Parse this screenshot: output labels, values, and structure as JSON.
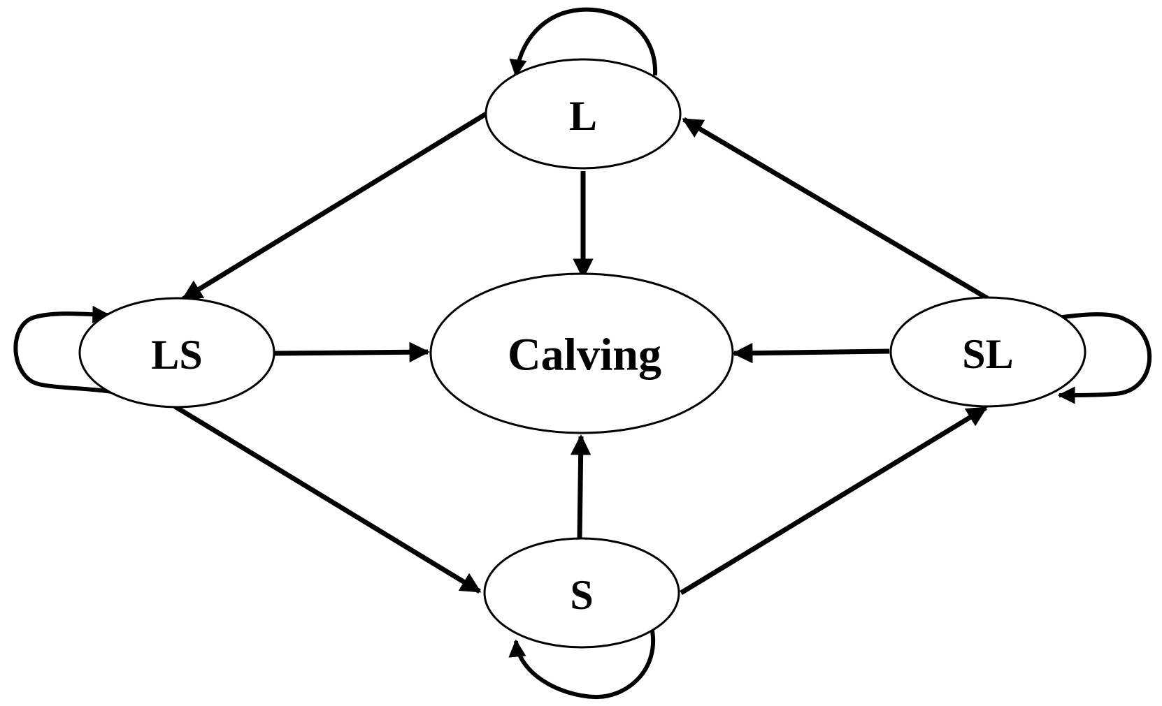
{
  "diagram": {
    "type": "state-transition",
    "nodes": [
      {
        "id": "L",
        "label": "L"
      },
      {
        "id": "LS",
        "label": "LS"
      },
      {
        "id": "Calving",
        "label": "Calving"
      },
      {
        "id": "SL",
        "label": "SL"
      },
      {
        "id": "S",
        "label": "S"
      }
    ],
    "edges": [
      {
        "from": "L",
        "to": "L"
      },
      {
        "from": "L",
        "to": "LS"
      },
      {
        "from": "L",
        "to": "Calving"
      },
      {
        "from": "LS",
        "to": "LS"
      },
      {
        "from": "LS",
        "to": "Calving"
      },
      {
        "from": "LS",
        "to": "S"
      },
      {
        "from": "SL",
        "to": "L"
      },
      {
        "from": "SL",
        "to": "Calving"
      },
      {
        "from": "SL",
        "to": "SL"
      },
      {
        "from": "S",
        "to": "Calving"
      },
      {
        "from": "S",
        "to": "SL"
      },
      {
        "from": "S",
        "to": "S"
      }
    ],
    "colors": {
      "line": "#000000",
      "node_fill": "#ffffff",
      "background": "#ffffff"
    }
  }
}
